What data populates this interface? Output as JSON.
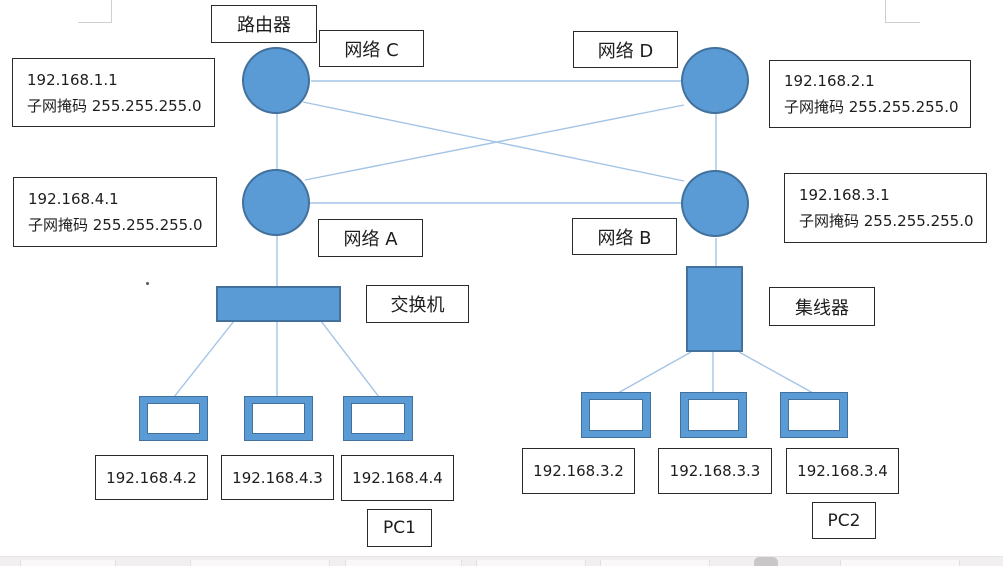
{
  "colors": {
    "node_fill": "#5b9bd5",
    "node_stroke": "#41719c",
    "connector": "#a3c4e6",
    "box_border": "#2b2b2b"
  },
  "labels": {
    "router": "路由器",
    "network_c": "网络 C",
    "network_d": "网络 D",
    "network_a": "网络 A",
    "network_b": "网络 B",
    "switch": "交换机",
    "hub": "集线器",
    "pc1": "PC1",
    "pc2": "PC2"
  },
  "router_info": [
    {
      "ip": "192.168.1.1",
      "mask": "子网掩码 255.255.255.0"
    },
    {
      "ip": "192.168.2.1",
      "mask": "子网掩码 255.255.255.0"
    },
    {
      "ip": "192.168.4.1",
      "mask": "子网掩码 255.255.255.0"
    },
    {
      "ip": "192.168.3.1",
      "mask": "子网掩码 255.255.255.0"
    }
  ],
  "pc_ips_left": [
    "192.168.4.2",
    "192.168.4.3",
    "192.168.4.4"
  ],
  "pc_ips_right": [
    "192.168.3.2",
    "192.168.3.3",
    "192.168.3.4"
  ]
}
